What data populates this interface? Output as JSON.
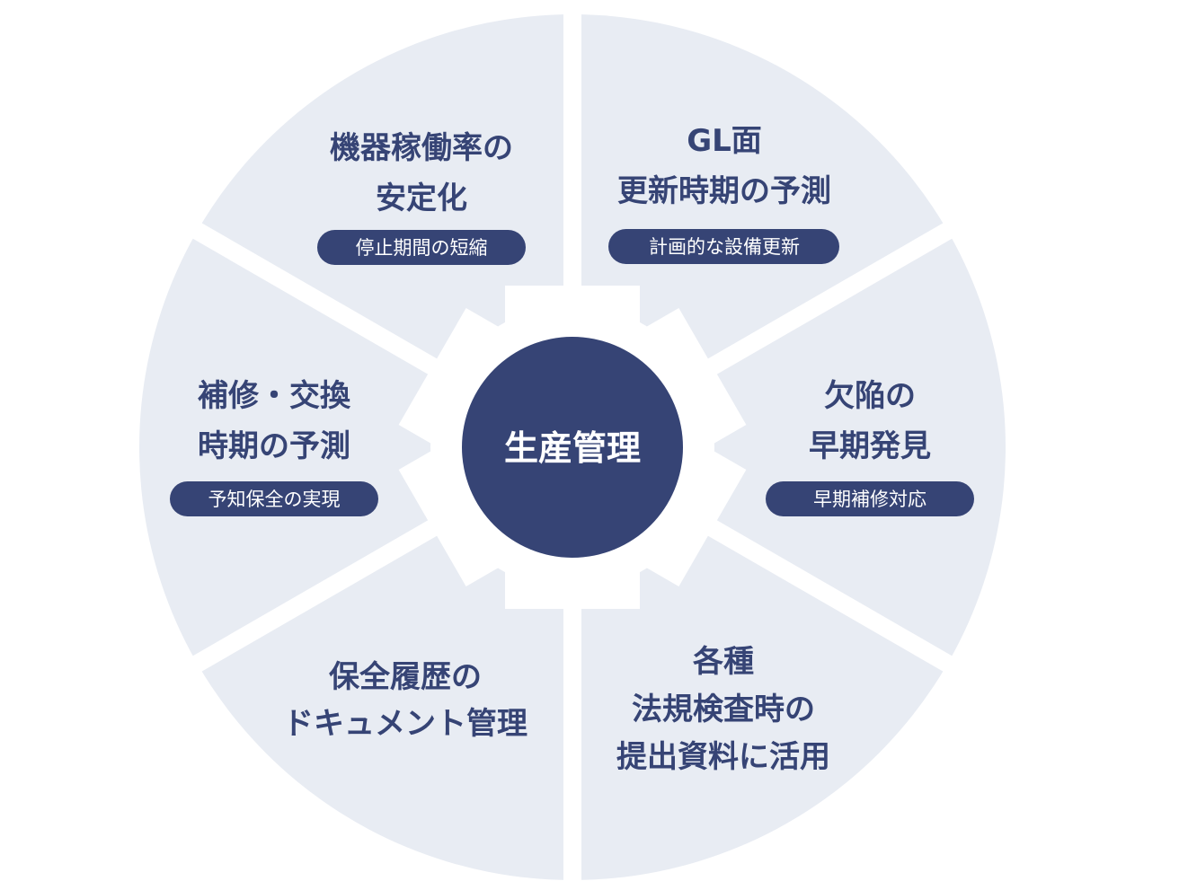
{
  "colors": {
    "segment": "#e8ecf3",
    "gap": "#ffffff",
    "accent": "#364475",
    "tag_text": "#ffffff"
  },
  "center": {
    "label": "生産管理"
  },
  "segments": [
    {
      "id": "top-left",
      "lines": [
        "機器稼働率の",
        "安定化"
      ],
      "tag": "停止期間の短縮"
    },
    {
      "id": "top-right",
      "lines": [
        "GL面",
        "更新時期の予測"
      ],
      "tag": "計画的な設備更新"
    },
    {
      "id": "right",
      "lines": [
        "欠陥の",
        "早期発見"
      ],
      "tag": "早期補修対応"
    },
    {
      "id": "bottom-right",
      "lines": [
        "各種",
        "法規検査時の",
        "提出資料に活用"
      ],
      "tag": ""
    },
    {
      "id": "bottom-left",
      "lines": [
        "保全履歴の",
        "ドキュメント管理"
      ],
      "tag": ""
    },
    {
      "id": "left",
      "lines": [
        "補修・交換",
        "時期の予測"
      ],
      "tag": "予知保全の実現"
    }
  ]
}
